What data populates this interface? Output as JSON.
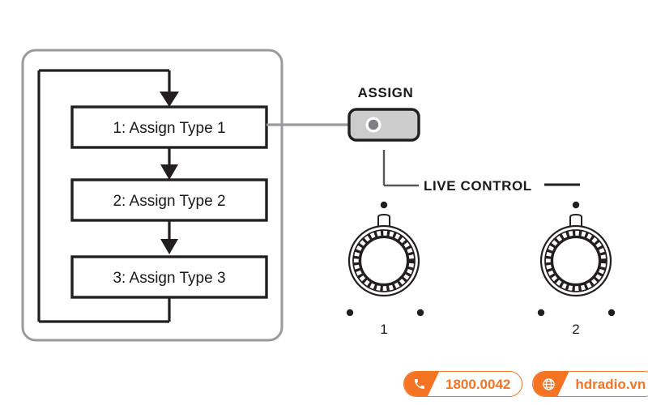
{
  "diagram": {
    "type": "flow-cycle",
    "panel": {
      "name": "assign-type-panel"
    },
    "steps": [
      {
        "id": 1,
        "label": "1: Assign Type 1"
      },
      {
        "id": 2,
        "label": "2: Assign Type 2"
      },
      {
        "id": 3,
        "label": "3: Assign Type 3"
      }
    ],
    "cycle_note": "Loops from step 3 back to step 1"
  },
  "controls": {
    "assign_button": {
      "label": "ASSIGN",
      "name": "assign-button",
      "fill_color": "#cccccc",
      "border_color": "#1a1a1a"
    },
    "live_control": {
      "label": "LIVE  CONTROL",
      "knobs": [
        {
          "label": "1",
          "name": "live-control-knob-1"
        },
        {
          "label": "2",
          "name": "live-control-knob-2"
        }
      ]
    }
  },
  "footer": {
    "accent_color": "#f57423",
    "badges": [
      {
        "icon": "phone-icon",
        "text": "1800.0042"
      },
      {
        "icon": "globe-icon",
        "text": "hdradio.vn"
      }
    ]
  }
}
